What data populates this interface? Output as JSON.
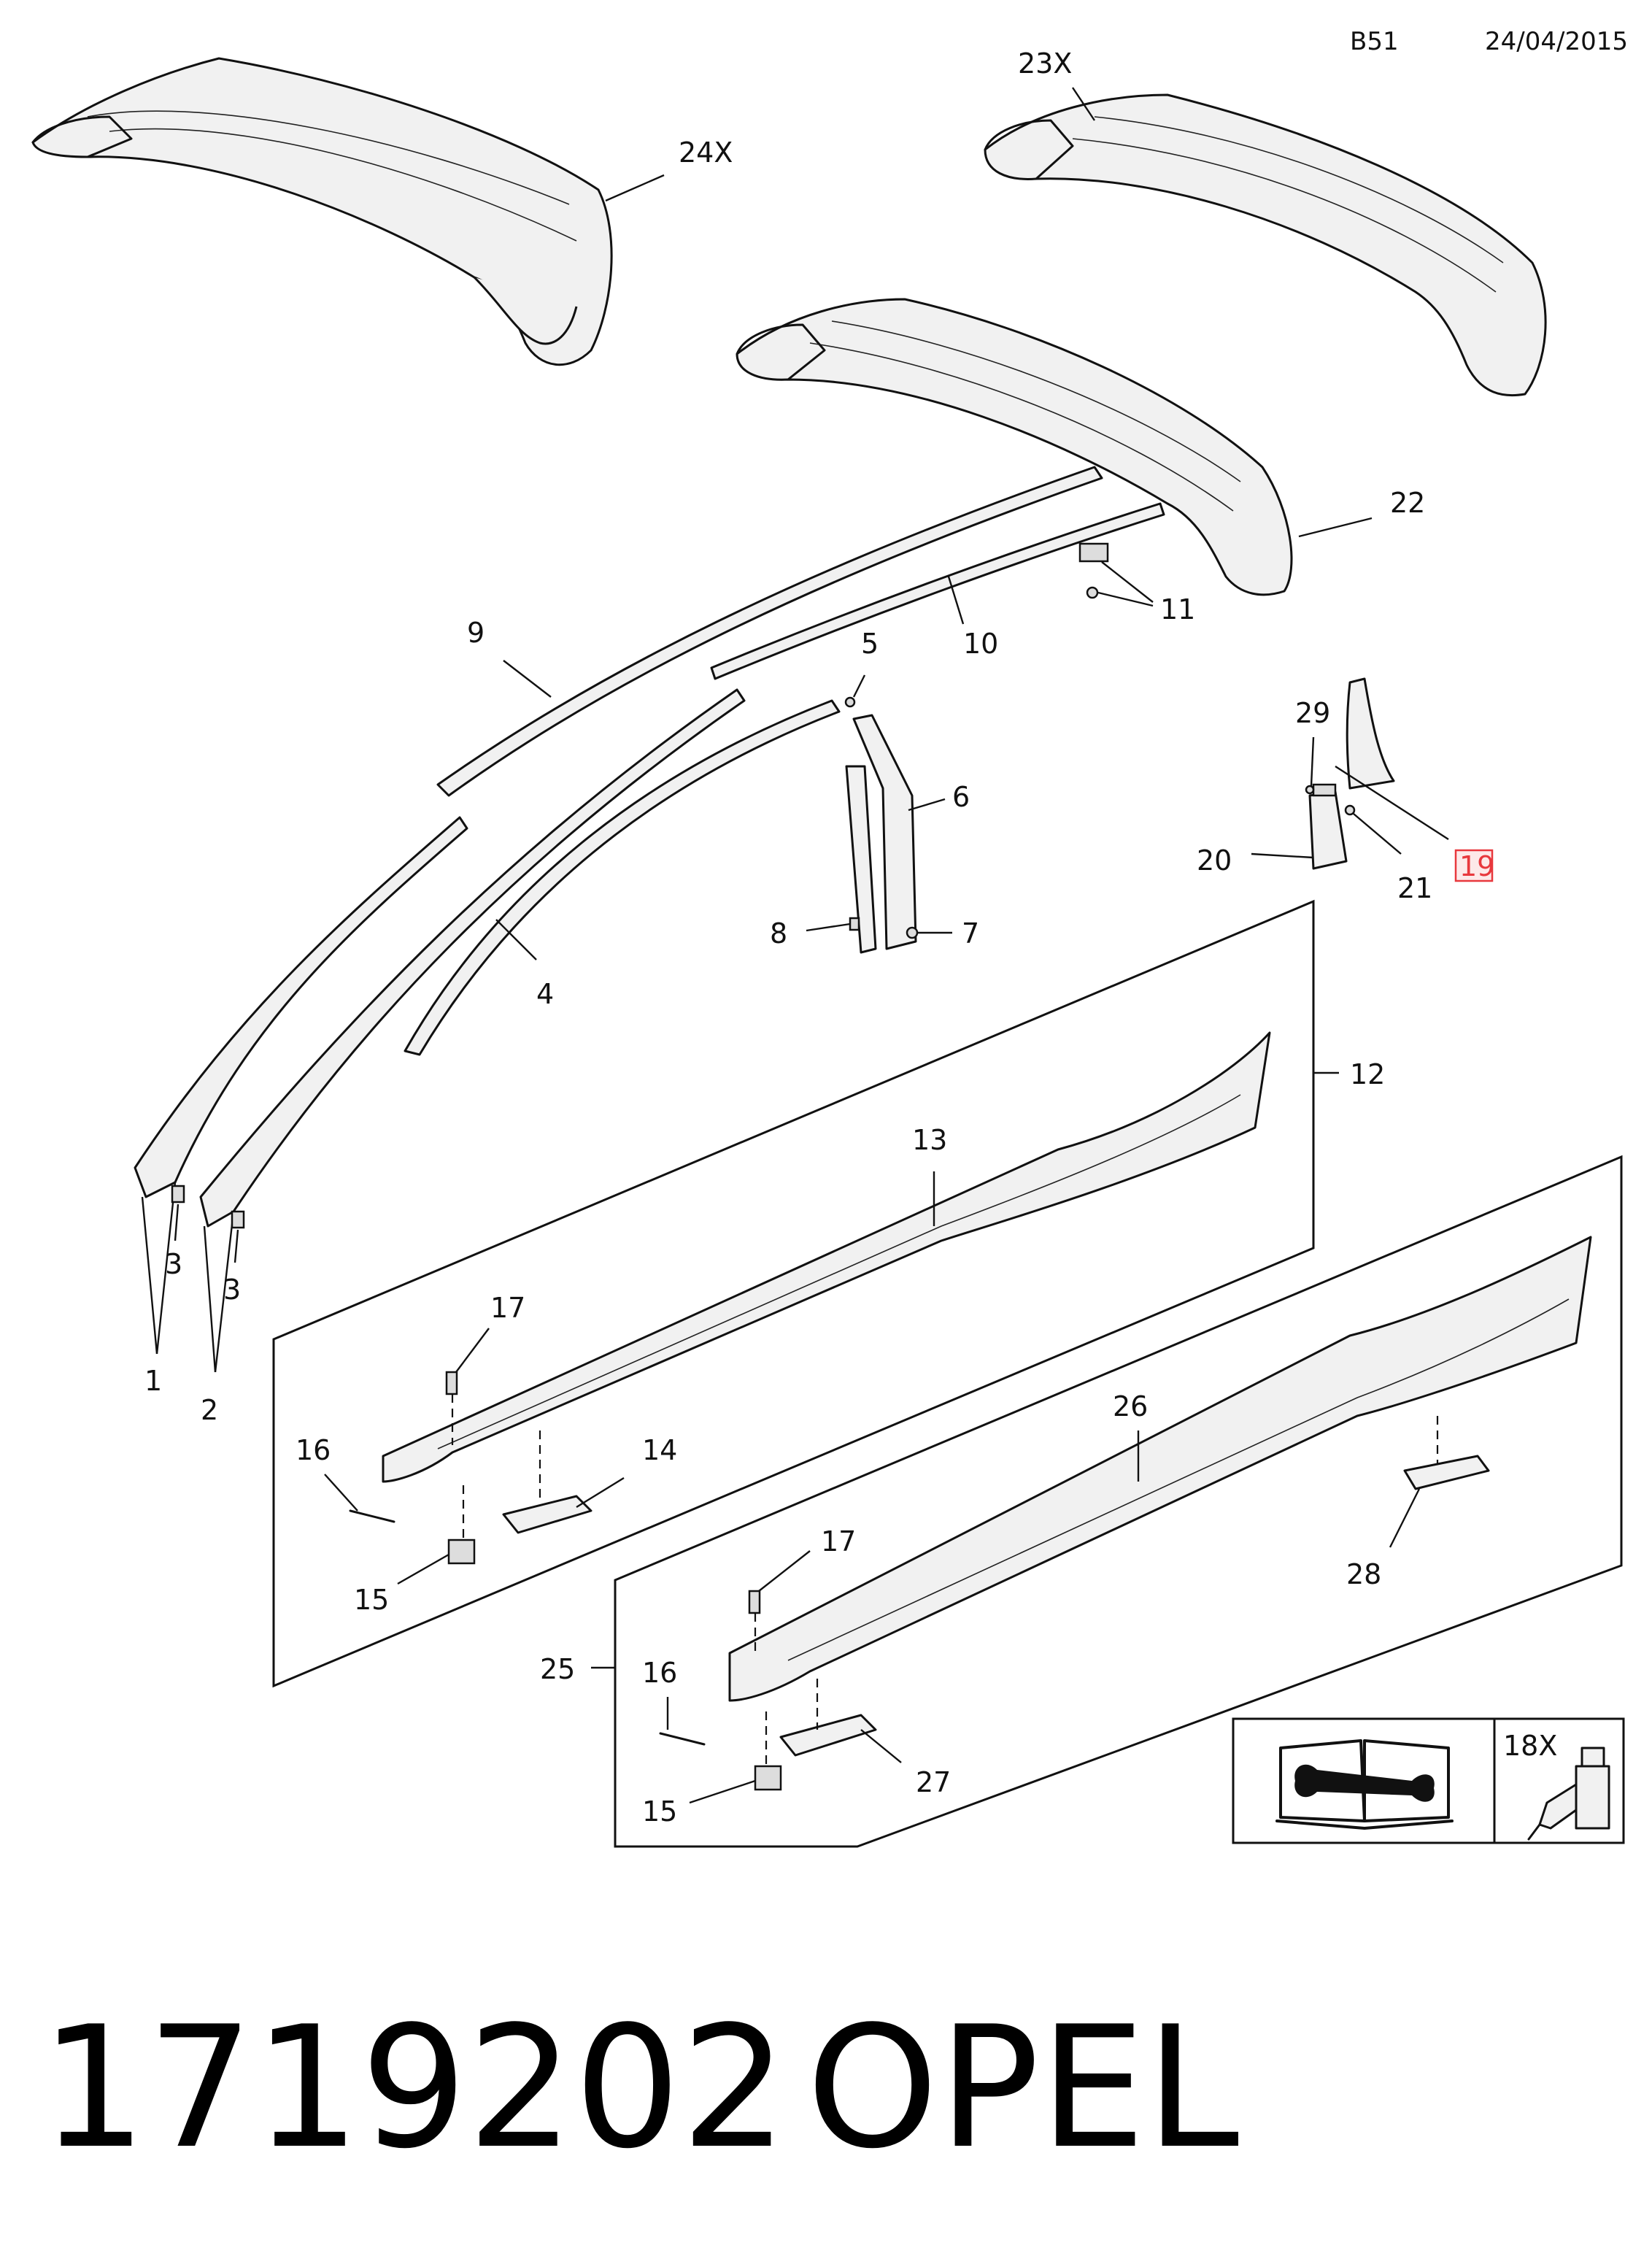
{
  "header": {
    "code": "B51",
    "date": "24/04/2015"
  },
  "part_number": "1719202",
  "brand": "OPEL",
  "callouts": {
    "c1": "1",
    "c2": "2",
    "c3a": "3",
    "c3b": "3",
    "c4": "4",
    "c5": "5",
    "c6": "6",
    "c7": "7",
    "c8": "8",
    "c9": "9",
    "c10": "10",
    "c11": "11",
    "c12": "12",
    "c13": "13",
    "c14": "14",
    "c15a": "15",
    "c15b": "15",
    "c16a": "16",
    "c16b": "16",
    "c17a": "17",
    "c17b": "17",
    "c18": "18X",
    "c19": "19",
    "c20": "20",
    "c21": "21",
    "c22": "22",
    "c23": "23X",
    "c24": "24X",
    "c25": "25",
    "c26": "26",
    "c27": "27",
    "c28": "28",
    "c29": "29"
  },
  "highlight_color": "#e8383d",
  "icons": [
    "manual-wrench-icon",
    "adhesive-bottle-icon"
  ]
}
